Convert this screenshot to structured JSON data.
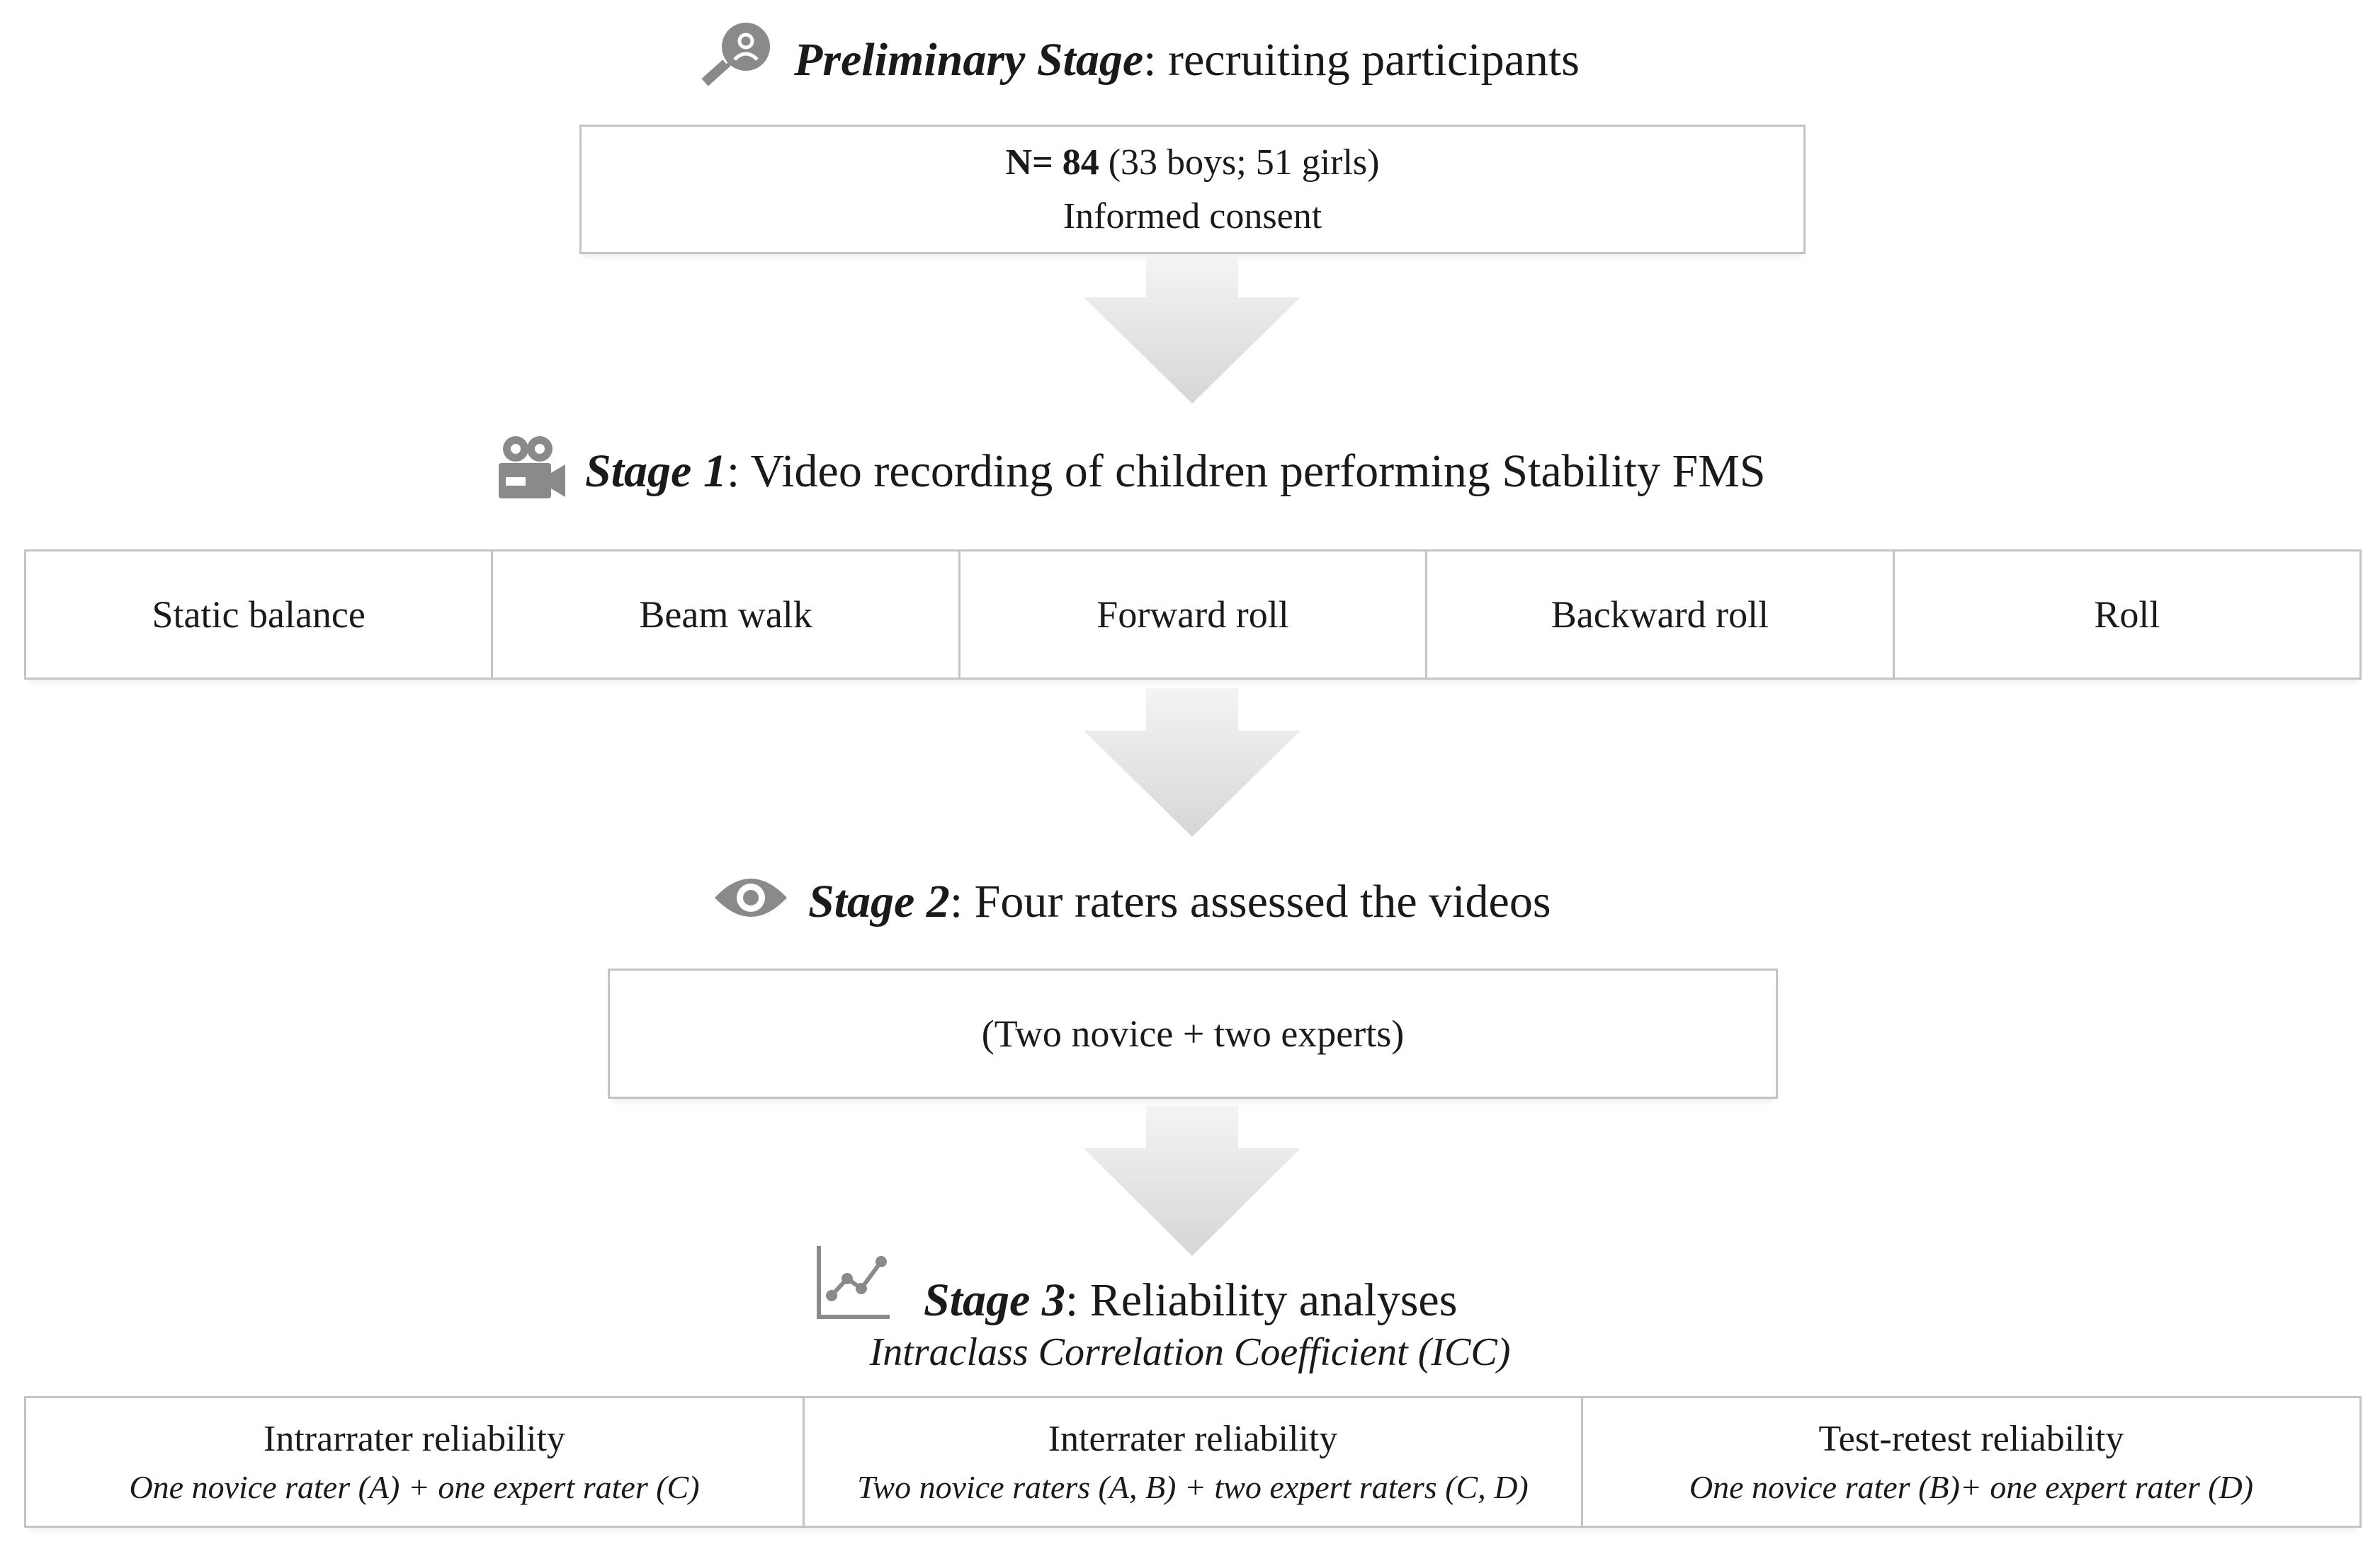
{
  "preliminary": {
    "title": "Preliminary Stage",
    "rest": ": recruiting participants",
    "icon": "search-person-icon",
    "box": {
      "n_label": "N= 84",
      "n_detail": " (33 boys; 51 girls)",
      "line2": "Informed consent"
    }
  },
  "stage1": {
    "title": "Stage 1",
    "rest": ": Video recording of children performing Stability FMS",
    "icon": "video-camera-icon",
    "skills": [
      "Static balance",
      "Beam walk",
      "Forward roll",
      "Backward roll",
      "Roll"
    ]
  },
  "stage2": {
    "title": "Stage 2",
    "rest": ": Four raters assessed the videos",
    "icon": "eye-icon",
    "box_text": "(Two novice + two experts)"
  },
  "stage3": {
    "title": "Stage 3",
    "rest": ": Reliability analyses",
    "icon": "line-chart-icon",
    "subtitle": "Intraclass Correlation Coefficient (ICC)",
    "analyses": [
      {
        "name": "Intrarrater reliability",
        "detail": "One novice rater (A) + one expert rater (C)"
      },
      {
        "name": "Interrater reliability",
        "detail": "Two novice raters (A, B) + two expert raters (C, D)"
      },
      {
        "name": "Test-retest reliability",
        "detail": "One novice rater (B)+ one expert rater (D)"
      }
    ]
  },
  "colors": {
    "border": "#c4c4c4",
    "icon": "#8a8a8a",
    "arrow_top": "#f2f2f2",
    "arrow_bottom": "#dcdcdc"
  }
}
